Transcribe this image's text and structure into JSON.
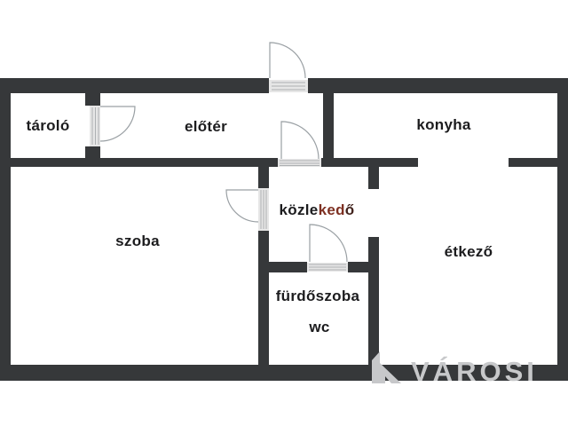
{
  "colors": {
    "background": "#ffffff",
    "wall": "#36383a",
    "door_line": "#9aa0a4",
    "threshold_fill": "#e6e6e6",
    "threshold_line": "#adb0b2",
    "label": "#1c1c1e",
    "label_accent": "#7e3022",
    "label_accent_dark": "#42231d",
    "watermark": "#c7c8ca"
  },
  "rooms": {
    "tarolo": "tároló",
    "eloter": "előtér",
    "konyha": "konyha",
    "szoba": "szoba",
    "kozlekedo": {
      "part1": "közle",
      "part2": "ked",
      "part3": "ő"
    },
    "etkezo": "étkező",
    "furdoszoba": "fürdőszoba",
    "wc": "wc"
  },
  "watermark": {
    "text": "VÁROSI",
    "logo": "varosi-house-logo"
  }
}
